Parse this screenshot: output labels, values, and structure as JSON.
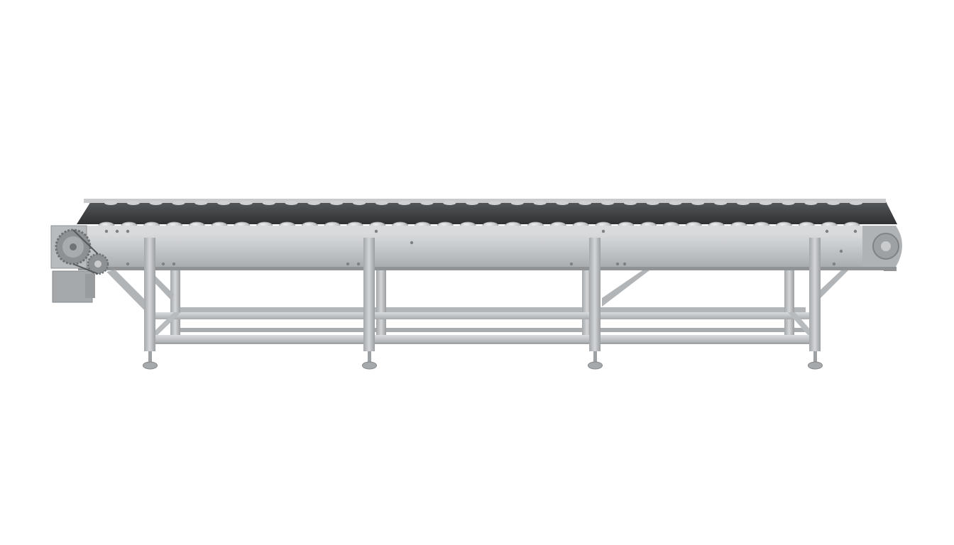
{
  "image": {
    "subject": "belt-roller-conveyor",
    "colors": {
      "background": "#ffffff",
      "frame": "#b9bcbf",
      "frame_light": "#d4d6d8",
      "frame_dark": "#8f9396",
      "belt": "#3e4042",
      "roller": "#c9cbcd",
      "motor": "#a6a9ac",
      "foot": "#9a9da0"
    },
    "roller_count": 34,
    "leg_count": 4
  }
}
